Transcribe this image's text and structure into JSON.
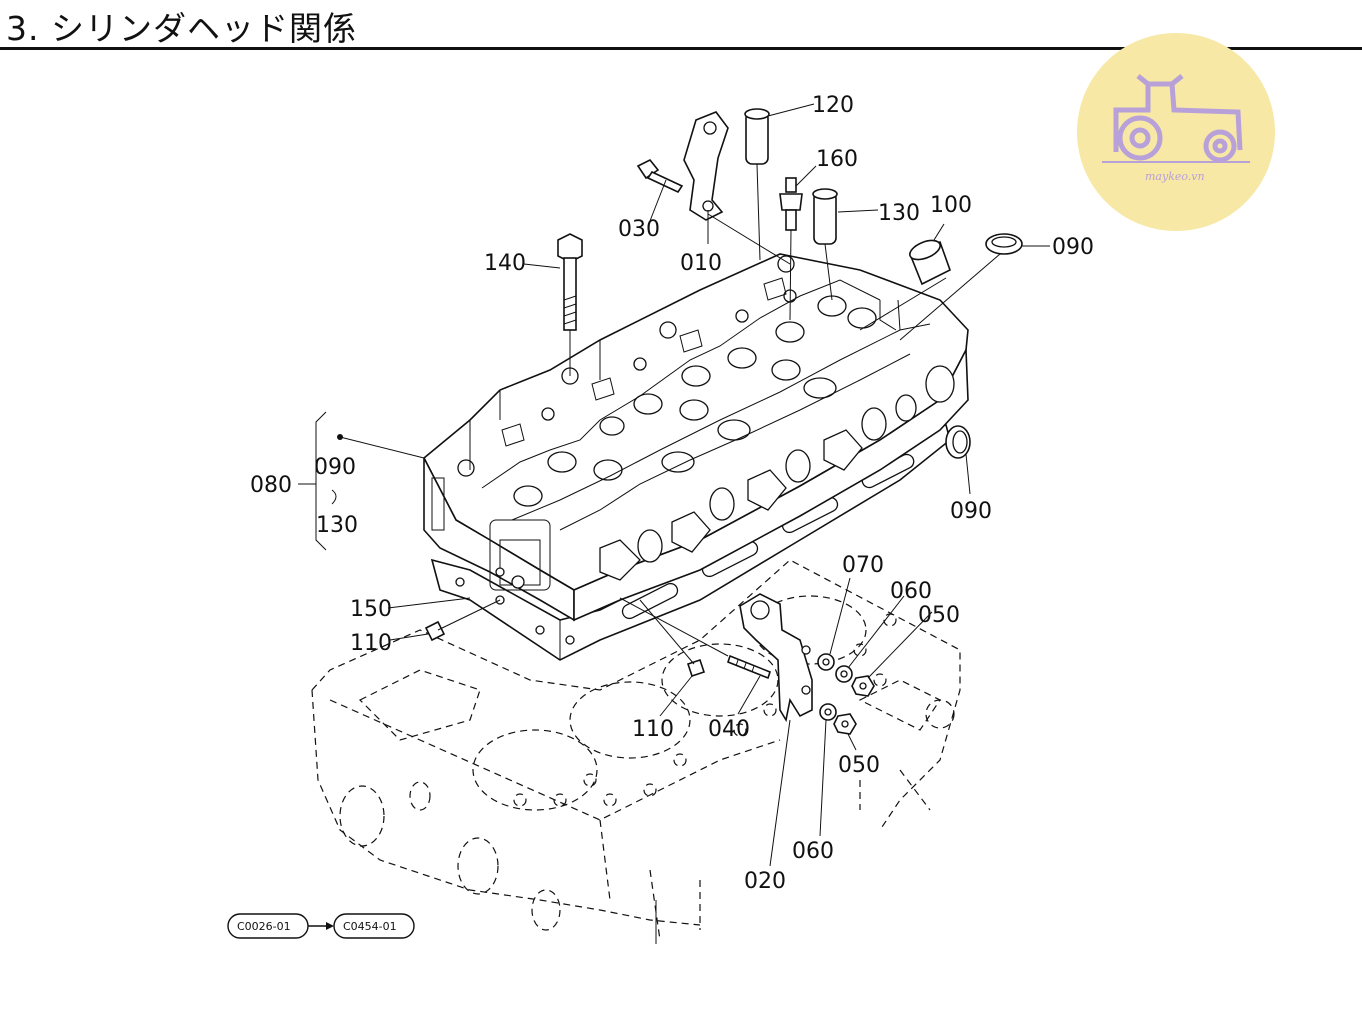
{
  "page": {
    "title": "3. シリンダヘッド関係"
  },
  "watermark": {
    "text": "maykeo.vn",
    "circle_color": "#f8e8a6",
    "icon_color": "#b8a0d8",
    "icon": "tractor-icon"
  },
  "labels": {
    "p010": "010",
    "p020": "020",
    "p030": "030",
    "p040": "040",
    "p050a": "050",
    "p050b": "050",
    "p060a": "060",
    "p060b": "060",
    "p070": "070",
    "p080": "080",
    "p090a": "090",
    "p090b": "090",
    "p090c": "090",
    "p100": "100",
    "p110a": "110",
    "p110b": "110",
    "p120": "120",
    "p130a": "130",
    "p130b": "130",
    "p140": "140",
    "p150": "150",
    "p160": "160",
    "range_tilde": "~"
  },
  "references": {
    "from": "C0026-01",
    "to": "C0454-01"
  }
}
